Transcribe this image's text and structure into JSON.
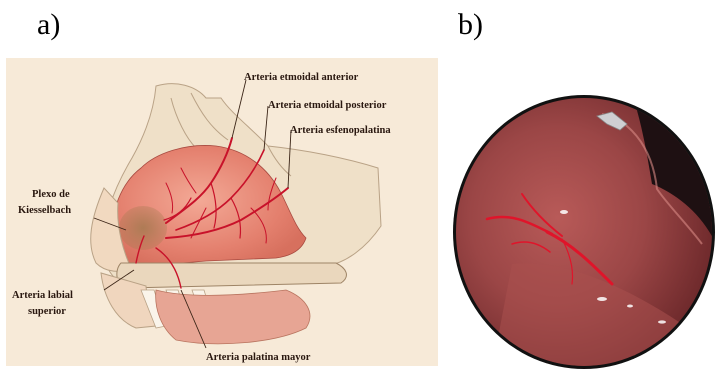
{
  "panel_a": {
    "letter": "a)",
    "labels": {
      "arteria_etmoidal_anterior": "Arteria etmoidal anterior",
      "arteria_etmoidal_posterior": "Arteria etmoidal posterior",
      "arteria_esfenopalatina": "Arteria esfenopalatina",
      "plexo_line1": "Plexo de",
      "plexo_line2": "Kiesselbach",
      "labial_line1": "Arteria labial",
      "labial_line2": "superior",
      "arteria_palatina_mayor": "Arteria palatina mayor"
    }
  },
  "panel_b": {
    "letter": "b)"
  },
  "colors": {
    "background": "#f7ead8",
    "mucosa": "#e8927e",
    "vessel": "#c8122a",
    "bone": "#efe1cc",
    "endoscopy": "#8f3f3f"
  }
}
